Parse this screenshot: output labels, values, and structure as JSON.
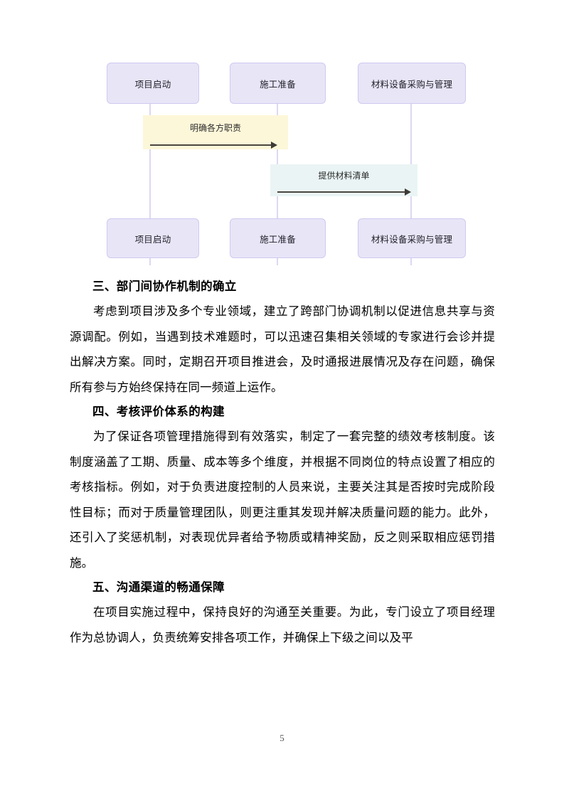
{
  "document": {
    "page_number": "5"
  },
  "diagram": {
    "type": "sequence-diagram",
    "colors": {
      "participant_fill": "#e8e5f7",
      "participant_border": "#cfc9ef",
      "lifeline": "#ddd8f2",
      "message_band_1": "#fdf7d9",
      "message_band_2": "#eaf4f4",
      "arrow": "#3d3a35"
    },
    "participants": [
      {
        "id": "p1",
        "label": "项目启动"
      },
      {
        "id": "p2",
        "label": "施工准备"
      },
      {
        "id": "p3",
        "label": "材料设备采购与管理"
      }
    ],
    "participants_bottom": [
      {
        "id": "p1b",
        "label": "项目启动"
      },
      {
        "id": "p2b",
        "label": "施工准备"
      },
      {
        "id": "p3b",
        "label": "材料设备采购与管理"
      }
    ],
    "messages": [
      {
        "id": "m1",
        "from": "项目启动",
        "to": "施工准备",
        "label": "明确各方职责",
        "band": "yellow"
      },
      {
        "id": "m2",
        "from": "施工准备",
        "to": "材料设备采购与管理",
        "label": "提供材料清单",
        "band": "cyan"
      }
    ]
  },
  "content": {
    "section3": {
      "heading": "三、部门间协作机制的确立",
      "paragraph": "考虑到项目涉及多个专业领域，建立了跨部门协调机制以促进信息共享与资源调配。例如，当遇到技术难题时，可以迅速召集相关领域的专家进行会诊并提出解决方案。同时，定期召开项目推进会，及时通报进展情况及存在问题，确保所有参与方始终保持在同一频道上运作。"
    },
    "section4": {
      "heading": "四、考核评价体系的构建",
      "paragraph": "为了保证各项管理措施得到有效落实，制定了一套完整的绩效考核制度。该制度涵盖了工期、质量、成本等多个维度，并根据不同岗位的特点设置了相应的考核指标。例如，对于负责进度控制的人员来说，主要关注其是否按时完成阶段性目标；而对于质量管理团队，则更注重其发现并解决质量问题的能力。此外，还引入了奖惩机制，对表现优异者给予物质或精神奖励，反之则采取相应惩罚措施。"
    },
    "section5": {
      "heading": "五、沟通渠道的畅通保障",
      "paragraph": "在项目实施过程中，保持良好的沟通至关重要。为此，专门设立了项目经理作为总协调人，负责统筹安排各项工作，并确保上下级之间以及平"
    }
  }
}
